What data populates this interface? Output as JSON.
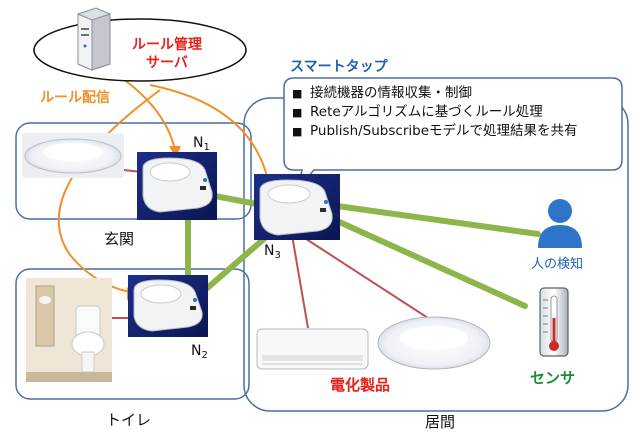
{
  "server": {
    "label_line1": "ルール管理",
    "label_line2": "サーバ"
  },
  "rule_delivery": "ルール配信",
  "smart_tap": {
    "title": "スマートタップ",
    "bullets": [
      "接続機器の情報収集・制御",
      "Reteアルゴリズムに基づくルール処理",
      "Publish/Subscribeモデルで処理結果を共有"
    ]
  },
  "nodes": [
    {
      "letter": "N",
      "sub": "1"
    },
    {
      "letter": "N",
      "sub": "2"
    },
    {
      "letter": "N",
      "sub": "3"
    }
  ],
  "rooms": {
    "entrance": "玄関",
    "toilet": "トイレ",
    "living": "居間"
  },
  "devices": {
    "human_detect": "人の検知",
    "appliances": "電化製品",
    "sensor": "センサ"
  },
  "colors": {
    "red_text": "#e8201a",
    "orange": "#f0902a",
    "blue": "#1f5fb0",
    "green_link": "#8db54a",
    "red_link": "#c0504d",
    "room_border": "#4a6fa0"
  }
}
